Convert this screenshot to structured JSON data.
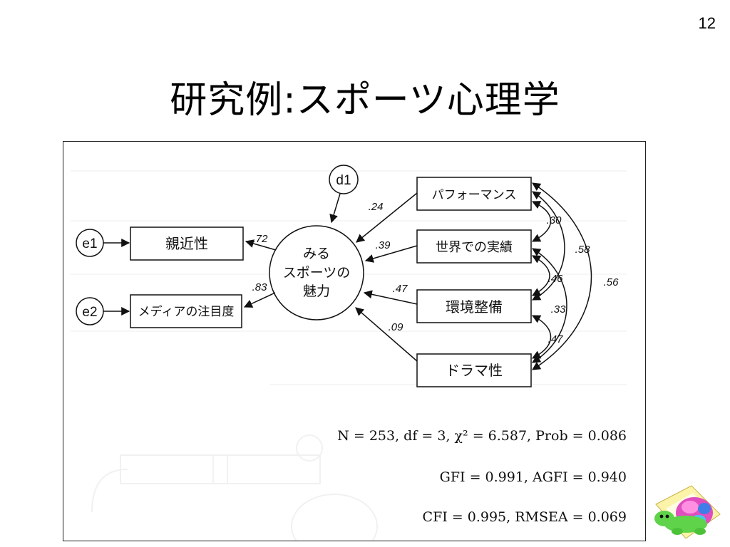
{
  "slide": {
    "page_number": "12",
    "title": "研究例:スポーツ心理学"
  },
  "diagram": {
    "disturbance": "d1",
    "errors": [
      "e1",
      "e2"
    ],
    "center_latent": [
      "みる",
      "スポーツの",
      "魅力"
    ],
    "outcomes": [
      "親近性",
      "メディアの注目度"
    ],
    "predictors": [
      "パフォーマンス",
      "世界での実績",
      "環境整備",
      "ドラマ性"
    ],
    "paths": {
      "performance_to_center": ".24",
      "record_to_center": ".39",
      "environment_to_center": ".47",
      "drama_to_center": ".09",
      "center_to_familiarity": ".72",
      "center_to_media": ".83"
    },
    "correlations": {
      "perf_record": ".30",
      "perf_env": ".58",
      "perf_drama": ".56",
      "record_env": ".46",
      "record_drama": ".33",
      "env_drama": ".47"
    },
    "fit": {
      "line1": "N = 253, df = 3, χ² = 6.587, Prob = 0.086",
      "line2": "GFI = 0.991, AGFI = 0.940",
      "line3": "CFI = 0.995, RMSEA = 0.069"
    }
  },
  "colors": {
    "ink": "#111111",
    "frame": "#222222",
    "mascot_body": "#5fd34a",
    "mascot_shell": "#e04dbf"
  }
}
